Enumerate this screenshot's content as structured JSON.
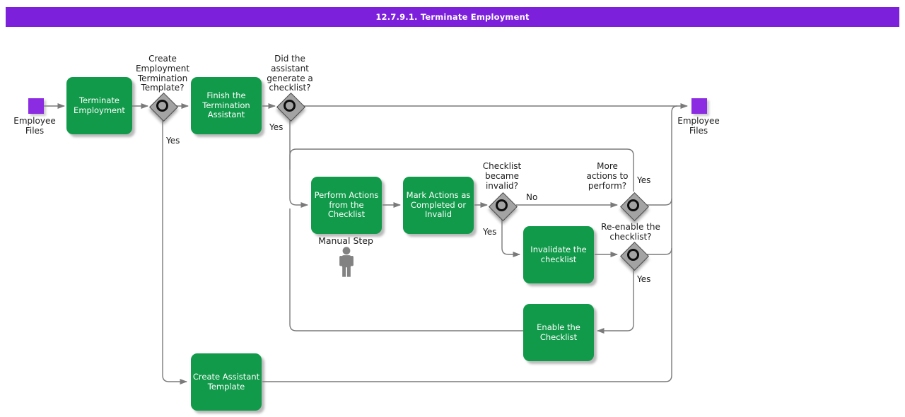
{
  "title_bar": {
    "text": "12.7.9.1. Terminate Employment"
  },
  "colors": {
    "titlebar_purple": "#7c20dc",
    "node_purple": "#8b2be2",
    "task_green": "#119a4a",
    "gateway_gray": "#a3a3a3",
    "line_gray": "#7a7a7a",
    "icon_gray": "#828282"
  },
  "terminators": {
    "start_label": "Employee\nFiles",
    "end_label": "Employee\nFiles"
  },
  "tasks": {
    "terminate_employment": "Terminate\nEmployment",
    "finish_assistant": "Finish the\nTermination\nAssistant",
    "perform_actions": "Perform Actions\nfrom the\nChecklist",
    "mark_actions": "Mark Actions as\nCompleted or\nInvalid",
    "invalidate_checklist": "Invalidate the\nchecklist",
    "enable_checklist": "Enable the\nChecklist",
    "create_assistant_template": "Create Assistant\nTemplate"
  },
  "gateways": {
    "create_template_q": "Create\nEmployment\nTermination\nTemplate?",
    "assistant_generated_q": "Did the\nassistant\ngenerate a\nchecklist?",
    "checklist_invalid_q": "Checklist\nbecame\ninvalid?",
    "more_actions_q": "More\nactions to\nperform?",
    "reenable_q": "Re-enable the\nchecklist?"
  },
  "edge_labels": {
    "create_template_yes": "Yes",
    "assistant_generated_yes": "Yes",
    "checklist_invalid_no": "No",
    "checklist_invalid_yes": "Yes",
    "more_actions_yes": "Yes",
    "reenable_yes": "Yes"
  },
  "annotations": {
    "manual_step": "Manual Step"
  }
}
